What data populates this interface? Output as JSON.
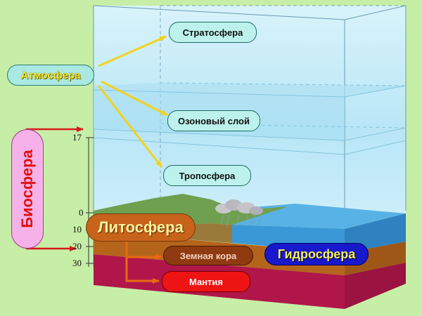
{
  "labels": {
    "stratosphere": "Стратосфера",
    "atmosphere": "Атмосфера",
    "ozone_layer": "Озоновый слой",
    "troposphere": "Тропосфера",
    "biosphere": "Биосфера",
    "lithosphere": "Литосфера",
    "earth_crust": "Земная кора",
    "mantle": "Мантия",
    "hydrosphere": "Гидросфера"
  },
  "scale_ticks": [
    "17",
    "0",
    "10",
    "20",
    "30"
  ],
  "colors": {
    "background": "#c6eea6",
    "sky": "#cdeefa",
    "ocean": "#58b2e6",
    "land": "#6fa050",
    "crust": "#b5641c",
    "mantle": "#b0164a",
    "arrow_yellow": "#f2d21e",
    "arrow_red": "#d61a1a",
    "arrow_orange": "#e86a10"
  }
}
